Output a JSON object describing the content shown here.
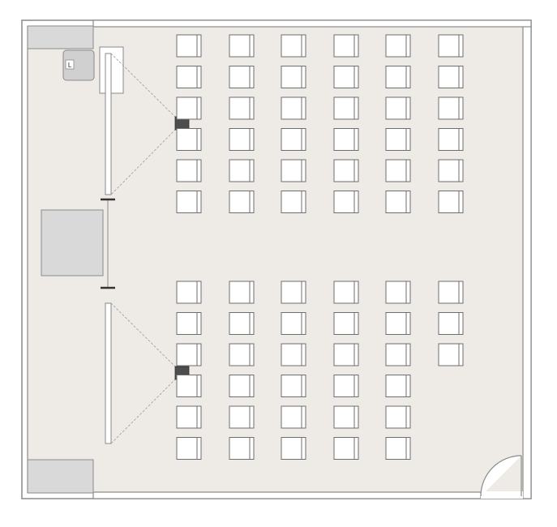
{
  "colors": {
    "floor": "#eeebe7",
    "wall": "#d9d9d9",
    "wall_line": "#8a8a8a",
    "seat_fill": "#ffffff",
    "seat_line": "#6e6e6e",
    "projector": "#4d4d4d",
    "projection_line": "#a3a3a3",
    "lectern": "#d0d0d0"
  },
  "lectern": {
    "label": "L",
    "icon": "lectern-icon"
  },
  "seating": {
    "front_block": {
      "rows": 6,
      "seats_per_row": [
        6,
        6,
        6,
        6,
        6,
        6
      ]
    },
    "back_block": {
      "rows": 6,
      "seats_per_row": [
        6,
        6,
        6,
        5,
        5,
        5
      ]
    }
  },
  "projectors": {
    "count": 2,
    "icon": "projector-icon"
  },
  "screens": {
    "count": 2
  },
  "door": {
    "icon": "door-swing-icon"
  }
}
